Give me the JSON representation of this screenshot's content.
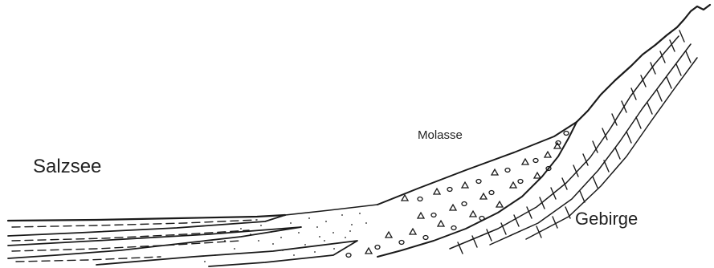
{
  "diagram": {
    "labels": {
      "salzsee": "Salzsee",
      "molasse": "Molasse",
      "gebirge": "Gebirge"
    },
    "colors": {
      "ink": "#1a1a1a",
      "background": "#ffffff"
    }
  }
}
